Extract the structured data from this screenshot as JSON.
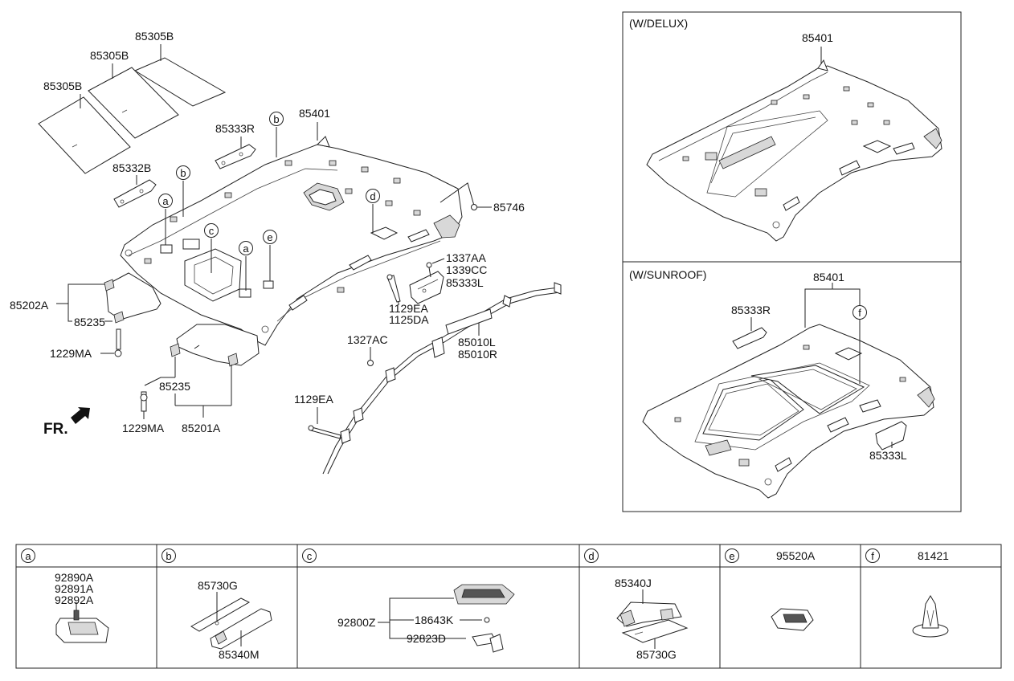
{
  "main": {
    "labels": {
      "l_85305B_1": "85305B",
      "l_85305B_2": "85305B",
      "l_85305B_3": "85305B",
      "l_85333R": "85333R",
      "l_85401": "85401",
      "l_85332B": "85332B",
      "l_85746": "85746",
      "l_1337AA": "1337AA",
      "l_1339CC": "1339CC",
      "l_85333L": "85333L",
      "l_1129EA_1": "1129EA",
      "l_1125DA": "1125DA",
      "l_85202A": "85202A",
      "l_85235_1": "85235",
      "l_1229MA_1": "1229MA",
      "l_1327AC": "1327AC",
      "l_85010L": "85010L",
      "l_85010R": "85010R",
      "l_85235_2": "85235",
      "l_1129EA_2": "1129EA",
      "l_1229MA_2": "1229MA",
      "l_85201A": "85201A",
      "fr": "FR."
    },
    "callouts": {
      "c_b1": "b",
      "c_b2": "b",
      "c_a1": "a",
      "c_c": "c",
      "c_a2": "a",
      "c_e": "e",
      "c_d": "d"
    }
  },
  "delux": {
    "title": "(W/DELUX)",
    "part": "85401"
  },
  "sunroof": {
    "title": "(W/SUNROOF)",
    "part_top": "85401",
    "part_r": "85333R",
    "part_l": "85333L",
    "callout_f": "f"
  },
  "legend": {
    "a": {
      "letter": "a",
      "parts": [
        "92890A",
        "92891A",
        "92892A"
      ]
    },
    "b": {
      "letter": "b",
      "top": "85730G",
      "bottom": "85340M"
    },
    "c": {
      "letter": "c",
      "main": "92800Z",
      "p1": "18643K",
      "p2": "92823D"
    },
    "d": {
      "letter": "d",
      "top": "85340J",
      "bottom": "85730G"
    },
    "e": {
      "letter": "e",
      "header": "95520A"
    },
    "f": {
      "letter": "f",
      "header": "81421"
    }
  }
}
